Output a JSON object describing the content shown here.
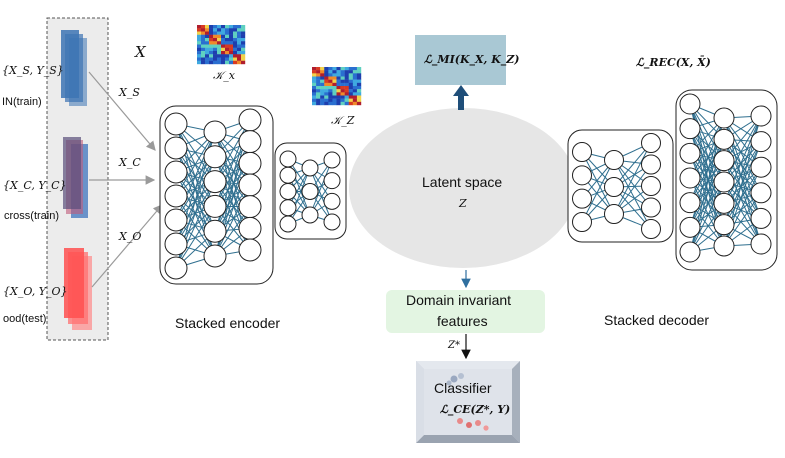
{
  "inputs": {
    "x_label": "X",
    "groups": [
      {
        "set": "{X_S, Y_S}",
        "caption": "IN(train)",
        "arrow": "X_S",
        "color": "#3d74b4"
      },
      {
        "set": "{X_C, Y_C}",
        "caption": "cross(train)",
        "arrow": "X_C",
        "color": "#6a4f72"
      },
      {
        "set": "{X_O, Y_O}",
        "caption": "ood(test)",
        "arrow": "X_O",
        "color": "#ff5c5c"
      }
    ]
  },
  "kernels": {
    "kx": "𝒦_x",
    "kz": "𝒦_Z"
  },
  "encoder": {
    "label": "Stacked encoder"
  },
  "decoder": {
    "label": "Stacked decoder"
  },
  "latent": {
    "title": "Latent space",
    "symbol": "Z"
  },
  "mi_box": {
    "label": "ℒ_MI(K_X, K_Z)",
    "color": "#a9c8d4"
  },
  "rec_loss": "ℒ_REC(X, X̄)",
  "dif_box": {
    "line1": "Domain invariant",
    "line2": "features",
    "color": "#e3f5e2"
  },
  "z_star": "Z*",
  "classifier": {
    "title": "Classifier",
    "loss": "ℒ_CE(Z*, Y)"
  },
  "colors": {
    "network": "#2f6f8f",
    "arrow": "#1f4e79",
    "latent": "#e6e6e6"
  }
}
